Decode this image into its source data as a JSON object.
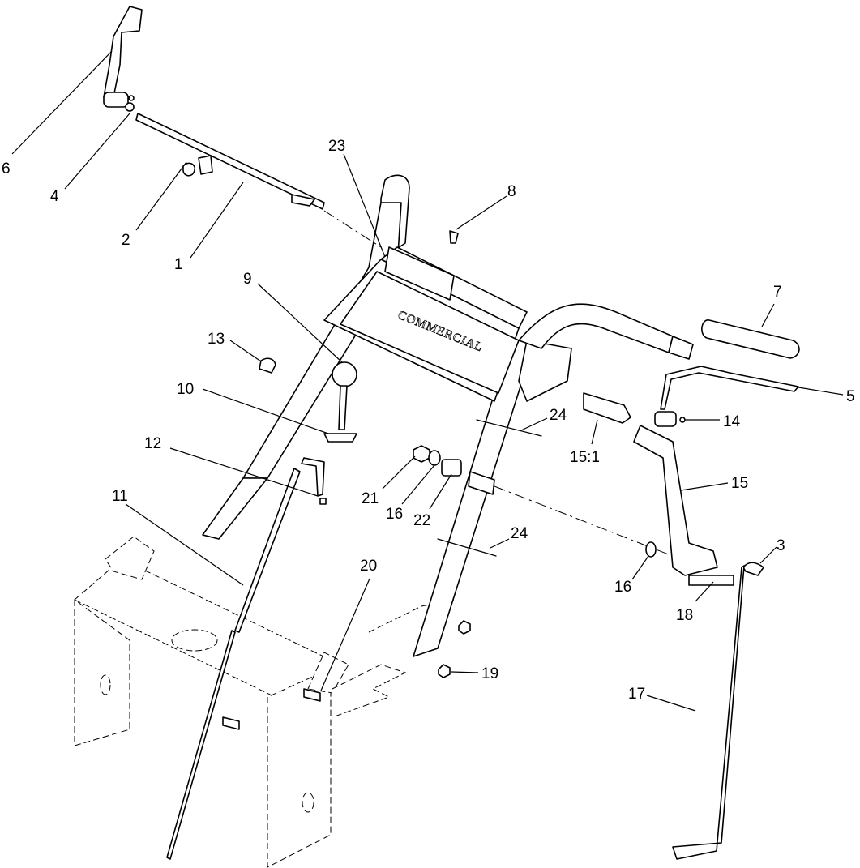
{
  "diagram": {
    "brand_text": "COMMERCIAL",
    "callouts": [
      {
        "id": "c1",
        "label": "1"
      },
      {
        "id": "c2",
        "label": "2"
      },
      {
        "id": "c3",
        "label": "3"
      },
      {
        "id": "c4",
        "label": "4"
      },
      {
        "id": "c5",
        "label": "5"
      },
      {
        "id": "c6",
        "label": "6"
      },
      {
        "id": "c7",
        "label": "7"
      },
      {
        "id": "c8",
        "label": "8"
      },
      {
        "id": "c9",
        "label": "9"
      },
      {
        "id": "c10",
        "label": "10"
      },
      {
        "id": "c11",
        "label": "11"
      },
      {
        "id": "c12",
        "label": "12"
      },
      {
        "id": "c13",
        "label": "13"
      },
      {
        "id": "c14",
        "label": "14"
      },
      {
        "id": "c15",
        "label": "15"
      },
      {
        "id": "c15_1",
        "label": "15:1"
      },
      {
        "id": "c16a",
        "label": "16"
      },
      {
        "id": "c16b",
        "label": "16"
      },
      {
        "id": "c17",
        "label": "17"
      },
      {
        "id": "c18",
        "label": "18"
      },
      {
        "id": "c19",
        "label": "19"
      },
      {
        "id": "c20",
        "label": "20"
      },
      {
        "id": "c21",
        "label": "21"
      },
      {
        "id": "c22",
        "label": "22"
      },
      {
        "id": "c23",
        "label": "23"
      },
      {
        "id": "c24a",
        "label": "24"
      },
      {
        "id": "c24b",
        "label": "24"
      }
    ]
  }
}
